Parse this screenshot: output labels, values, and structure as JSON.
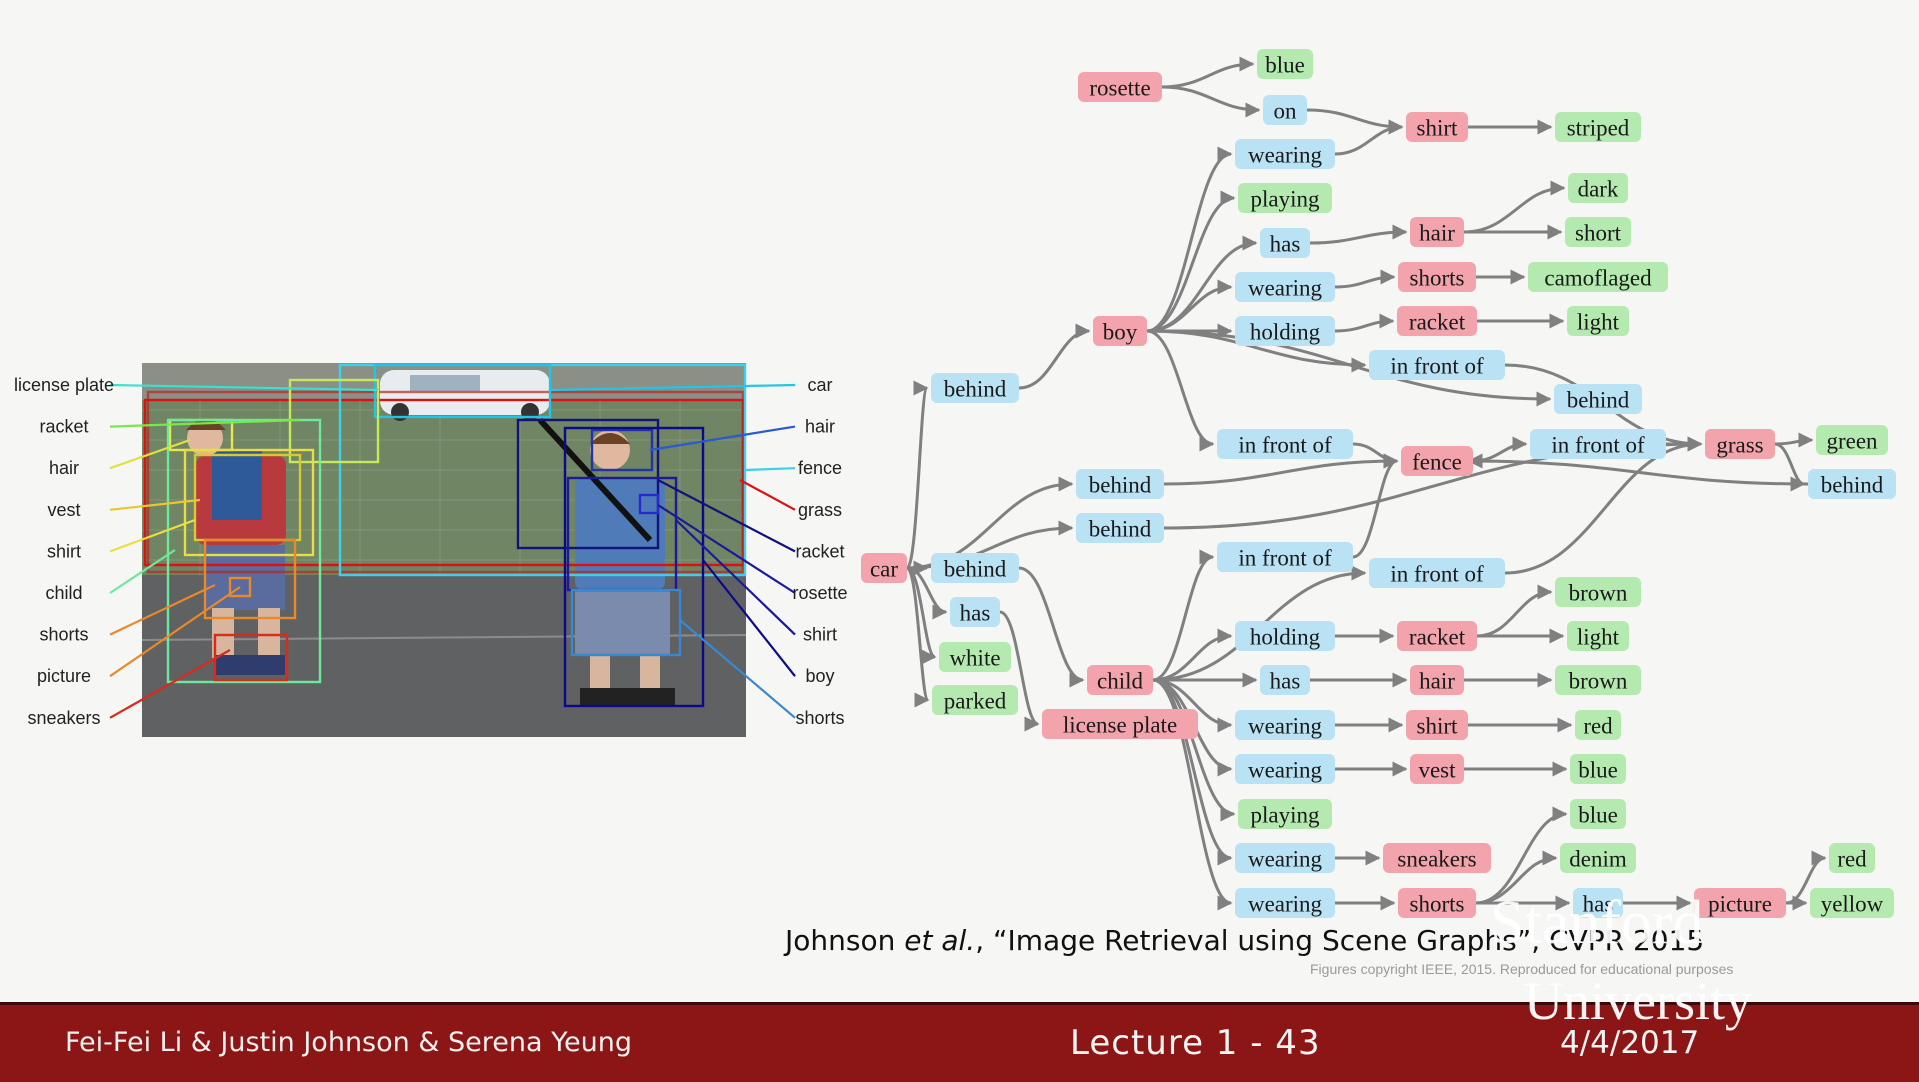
{
  "citation": {
    "authors": "Johnson ",
    "etal": "et al.",
    "rest": ", “Image Retrieval using Scene Graphs”, CVPR 2015"
  },
  "copyright": "Figures copyright IEEE, 2015. Reproduced for educational purposes",
  "footer": {
    "authors": "Fei-Fei Li & Justin Johnson & Serena Yeung",
    "lecture": "Lecture 1 -   43",
    "date": "4/4/2017"
  },
  "watermark": {
    "line1": "Stanford",
    "line2": "University"
  },
  "colors": {
    "object": "#f2a3ab",
    "relation": "#b9e2f4",
    "attribute": "#b4eab0",
    "edge": "#808080",
    "footer": "#8c1515"
  },
  "photo_labels": {
    "left": [
      "license plate",
      "racket",
      "hair",
      "vest",
      "shirt",
      "child",
      "shorts",
      "picture",
      "sneakers"
    ],
    "right": [
      "car",
      "hair",
      "fence",
      "grass",
      "racket",
      "rosette",
      "shirt",
      "boy",
      "shorts"
    ]
  },
  "graph": {
    "nodes": [
      {
        "id": "rosette",
        "label": "rosette",
        "type": "object"
      },
      {
        "id": "blue1",
        "label": "blue",
        "type": "attribute"
      },
      {
        "id": "on1",
        "label": "on",
        "type": "relation"
      },
      {
        "id": "shirt1",
        "label": "shirt",
        "type": "object"
      },
      {
        "id": "striped",
        "label": "striped",
        "type": "attribute"
      },
      {
        "id": "wearing1",
        "label": "wearing",
        "type": "relation"
      },
      {
        "id": "playing1",
        "label": "playing",
        "type": "attribute"
      },
      {
        "id": "has1",
        "label": "has",
        "type": "relation"
      },
      {
        "id": "hair1",
        "label": "hair",
        "type": "object"
      },
      {
        "id": "dark",
        "label": "dark",
        "type": "attribute"
      },
      {
        "id": "short",
        "label": "short",
        "type": "attribute"
      },
      {
        "id": "wearing2",
        "label": "wearing",
        "type": "relation"
      },
      {
        "id": "shorts1",
        "label": "shorts",
        "type": "object"
      },
      {
        "id": "camoflaged",
        "label": "camoflaged",
        "type": "attribute"
      },
      {
        "id": "boy",
        "label": "boy",
        "type": "object"
      },
      {
        "id": "holding1",
        "label": "holding",
        "type": "relation"
      },
      {
        "id": "racket1",
        "label": "racket",
        "type": "object"
      },
      {
        "id": "light1",
        "label": "light",
        "type": "attribute"
      },
      {
        "id": "infront1",
        "label": "in front of",
        "type": "relation"
      },
      {
        "id": "behind1",
        "label": "behind",
        "type": "relation"
      },
      {
        "id": "behind2",
        "label": "behind",
        "type": "relation"
      },
      {
        "id": "infront2",
        "label": "in front of",
        "type": "relation"
      },
      {
        "id": "fence",
        "label": "fence",
        "type": "object"
      },
      {
        "id": "infront3",
        "label": "in front of",
        "type": "relation"
      },
      {
        "id": "grass",
        "label": "grass",
        "type": "object"
      },
      {
        "id": "green",
        "label": "green",
        "type": "attribute"
      },
      {
        "id": "behind3",
        "label": "behind",
        "type": "relation"
      },
      {
        "id": "behind4",
        "label": "behind",
        "type": "relation"
      },
      {
        "id": "behind5",
        "label": "behind",
        "type": "relation"
      },
      {
        "id": "car",
        "label": "car",
        "type": "object"
      },
      {
        "id": "behind6",
        "label": "behind",
        "type": "relation"
      },
      {
        "id": "infront4",
        "label": "in front of",
        "type": "relation"
      },
      {
        "id": "infront5",
        "label": "in front of",
        "type": "relation"
      },
      {
        "id": "has2",
        "label": "has",
        "type": "relation"
      },
      {
        "id": "white",
        "label": "white",
        "type": "attribute"
      },
      {
        "id": "parked",
        "label": "parked",
        "type": "attribute"
      },
      {
        "id": "child",
        "label": "child",
        "type": "object"
      },
      {
        "id": "licenseplate",
        "label": "license plate",
        "type": "object"
      },
      {
        "id": "holding2",
        "label": "holding",
        "type": "relation"
      },
      {
        "id": "racket2",
        "label": "racket",
        "type": "object"
      },
      {
        "id": "brown1",
        "label": "brown",
        "type": "attribute"
      },
      {
        "id": "light2",
        "label": "light",
        "type": "attribute"
      },
      {
        "id": "has3",
        "label": "has",
        "type": "relation"
      },
      {
        "id": "hair2",
        "label": "hair",
        "type": "object"
      },
      {
        "id": "brown2",
        "label": "brown",
        "type": "attribute"
      },
      {
        "id": "wearing3",
        "label": "wearing",
        "type": "relation"
      },
      {
        "id": "shirt2",
        "label": "shirt",
        "type": "object"
      },
      {
        "id": "red1",
        "label": "red",
        "type": "attribute"
      },
      {
        "id": "wearing4",
        "label": "wearing",
        "type": "relation"
      },
      {
        "id": "vest",
        "label": "vest",
        "type": "object"
      },
      {
        "id": "blue2",
        "label": "blue",
        "type": "attribute"
      },
      {
        "id": "playing2",
        "label": "playing",
        "type": "attribute"
      },
      {
        "id": "blue3",
        "label": "blue",
        "type": "attribute"
      },
      {
        "id": "wearing5",
        "label": "wearing",
        "type": "relation"
      },
      {
        "id": "sneakers",
        "label": "sneakers",
        "type": "object"
      },
      {
        "id": "denim",
        "label": "denim",
        "type": "attribute"
      },
      {
        "id": "red2",
        "label": "red",
        "type": "attribute"
      },
      {
        "id": "wearing6",
        "label": "wearing",
        "type": "relation"
      },
      {
        "id": "shorts2",
        "label": "shorts",
        "type": "object"
      },
      {
        "id": "has4",
        "label": "has",
        "type": "relation"
      },
      {
        "id": "picture",
        "label": "picture",
        "type": "object"
      },
      {
        "id": "yellow",
        "label": "yellow",
        "type": "attribute"
      }
    ],
    "edges": [
      [
        "rosette",
        "blue1"
      ],
      [
        "rosette",
        "on1"
      ],
      [
        "on1",
        "shirt1"
      ],
      [
        "shirt1",
        "striped"
      ],
      [
        "boy",
        "wearing1"
      ],
      [
        "wearing1",
        "shirt1"
      ],
      [
        "boy",
        "playing1"
      ],
      [
        "boy",
        "has1"
      ],
      [
        "has1",
        "hair1"
      ],
      [
        "hair1",
        "dark"
      ],
      [
        "hair1",
        "short"
      ],
      [
        "boy",
        "wearing2"
      ],
      [
        "wearing2",
        "shorts1"
      ],
      [
        "shorts1",
        "camoflaged"
      ],
      [
        "boy",
        "holding1"
      ],
      [
        "holding1",
        "racket1"
      ],
      [
        "racket1",
        "light1"
      ],
      [
        "boy",
        "infront1"
      ],
      [
        "infront1",
        "grass"
      ],
      [
        "behind1",
        "boy"
      ],
      [
        "boy",
        "infront2"
      ],
      [
        "infront2",
        "fence"
      ],
      [
        "fence",
        "infront3"
      ],
      [
        "infront3",
        "grass"
      ],
      [
        "grass",
        "green"
      ],
      [
        "grass",
        "behind3"
      ],
      [
        "behind3",
        "fence"
      ],
      [
        "car",
        "behind4"
      ],
      [
        "behind4",
        "fence"
      ],
      [
        "car",
        "behind5"
      ],
      [
        "behind5",
        "grass"
      ],
      [
        "car",
        "behind1"
      ],
      [
        "car",
        "behind6"
      ],
      [
        "behind6",
        "child"
      ],
      [
        "car",
        "has2"
      ],
      [
        "has2",
        "licenseplate"
      ],
      [
        "car",
        "white"
      ],
      [
        "car",
        "parked"
      ],
      [
        "child",
        "infront4"
      ],
      [
        "infront4",
        "fence"
      ],
      [
        "child",
        "infront5"
      ],
      [
        "infront5",
        "grass"
      ],
      [
        "child",
        "holding2"
      ],
      [
        "holding2",
        "racket2"
      ],
      [
        "racket2",
        "brown1"
      ],
      [
        "racket2",
        "light2"
      ],
      [
        "child",
        "has3"
      ],
      [
        "has3",
        "hair2"
      ],
      [
        "hair2",
        "brown2"
      ],
      [
        "child",
        "wearing3"
      ],
      [
        "wearing3",
        "shirt2"
      ],
      [
        "shirt2",
        "red1"
      ],
      [
        "child",
        "wearing4"
      ],
      [
        "wearing4",
        "vest"
      ],
      [
        "vest",
        "blue2"
      ],
      [
        "child",
        "playing2"
      ],
      [
        "child",
        "wearing5"
      ],
      [
        "wearing5",
        "sneakers"
      ],
      [
        "child",
        "wearing6"
      ],
      [
        "wearing6",
        "shorts2"
      ],
      [
        "shorts2",
        "blue3"
      ],
      [
        "shorts2",
        "denim"
      ],
      [
        "shorts2",
        "has4"
      ],
      [
        "has4",
        "picture"
      ],
      [
        "picture",
        "red2"
      ],
      [
        "picture",
        "yellow"
      ],
      [
        "boy",
        "behind2"
      ]
    ]
  }
}
